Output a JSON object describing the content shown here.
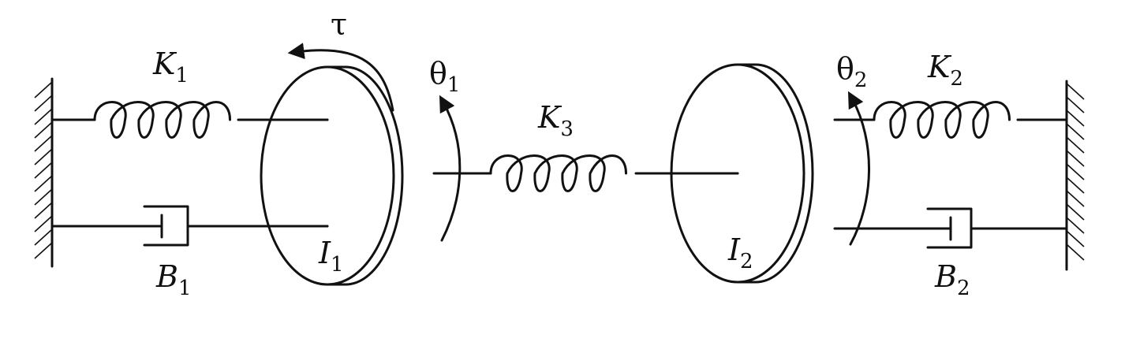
{
  "labels": {
    "k1": {
      "main": "K",
      "sub": "1"
    },
    "k2": {
      "main": "K",
      "sub": "2"
    },
    "k3": {
      "main": "K",
      "sub": "3"
    },
    "b1": {
      "main": "B",
      "sub": "1"
    },
    "b2": {
      "main": "B",
      "sub": "2"
    },
    "i1": {
      "main": "I",
      "sub": "1"
    },
    "i2": {
      "main": "I",
      "sub": "2"
    },
    "theta1": {
      "main": "θ",
      "sub": "1"
    },
    "theta2": {
      "main": "θ",
      "sub": "2"
    },
    "tau": {
      "main": "τ"
    }
  }
}
